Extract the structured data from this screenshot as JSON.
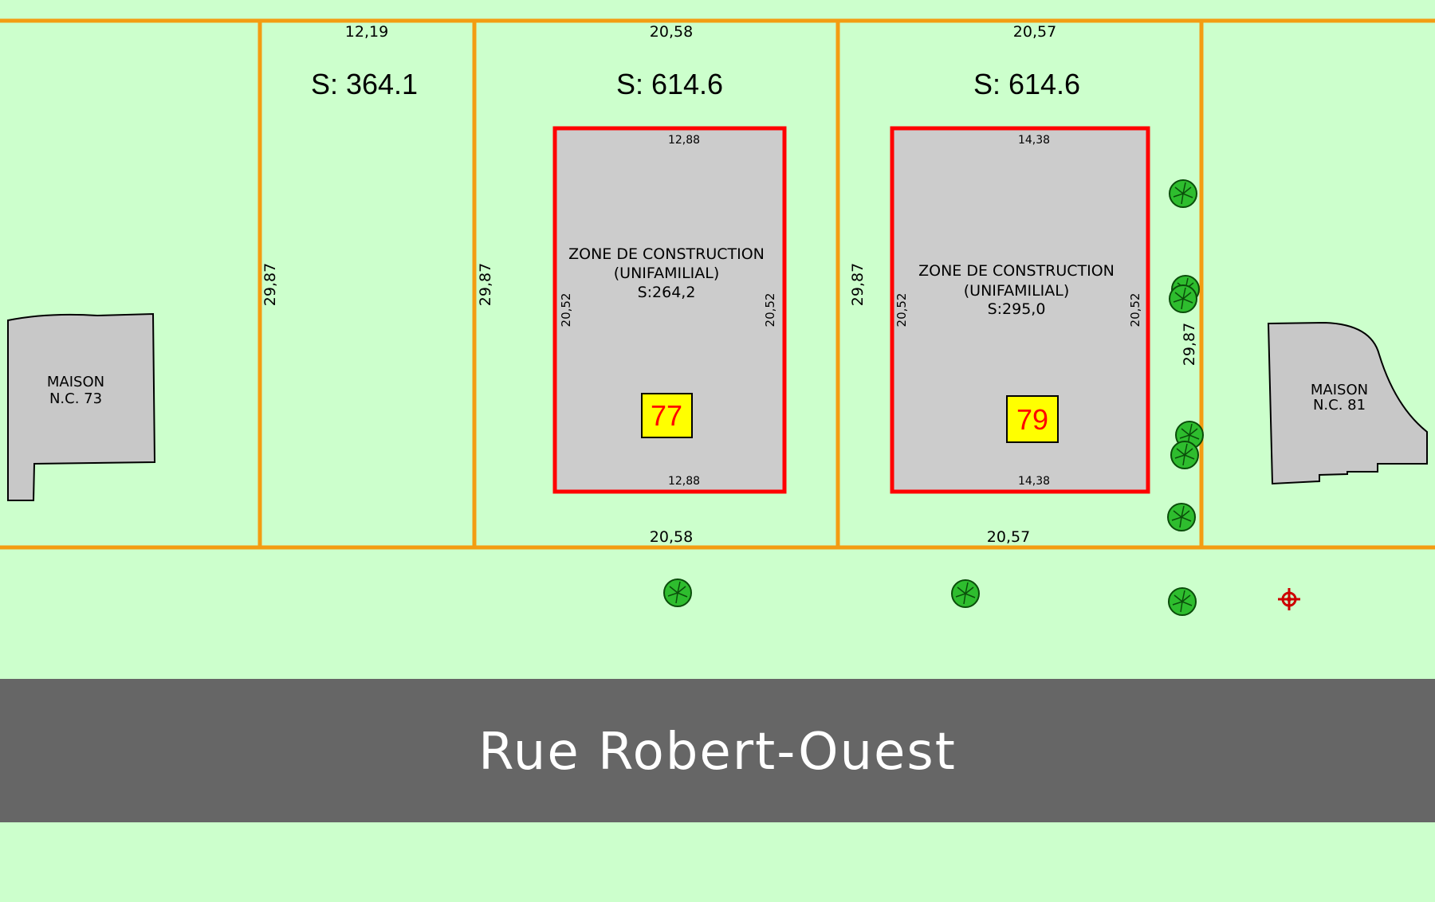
{
  "street": {
    "name": "Rue Robert-Ouest"
  },
  "colors": {
    "ground": "#ccffcc",
    "lot_line": "#f39c12",
    "zone_border": "#ff0000",
    "zone_fill": "#cccccc",
    "house_fill": "#c8c8c8",
    "street": "#666666",
    "label_bg": "#ffff00",
    "label_text": "#ff0000",
    "tree": "#2ebd2e"
  },
  "lots": [
    {
      "top_width": "12,19",
      "area": "S: 364.1",
      "side_depth": "29,87"
    },
    {
      "top_width": "20,58",
      "area": "S: 614.6",
      "side_depth": "29,87",
      "bottom_width": "20,58"
    },
    {
      "top_width": "20,57",
      "area": "S: 614.6",
      "side_depth": "29,87",
      "bottom_width": "20,57",
      "right_depth": "29,87"
    }
  ],
  "zones": [
    {
      "title_1": "ZONE  DE  CONSTRUCTION",
      "title_2": "(UNIFAMILIAL)",
      "area": "S:264,2",
      "top": "12,88",
      "bottom": "12,88",
      "left": "20,52",
      "right": "20,52",
      "civic_number": "77"
    },
    {
      "title_1": "ZONE  DE  CONSTRUCTION",
      "title_2": "(UNIFAMILIAL)",
      "area": "S:295,0",
      "top": "14,38",
      "bottom": "14,38",
      "left": "20,52",
      "right": "20,52",
      "civic_number": "79"
    }
  ],
  "houses": [
    {
      "line_1": "MAISON",
      "line_2": "N.C.  73"
    },
    {
      "line_1": "MAISON",
      "line_2": "N.C.  81"
    }
  ],
  "icons": {
    "tree": "tree-icon",
    "hydrant": "hydrant-icon"
  }
}
